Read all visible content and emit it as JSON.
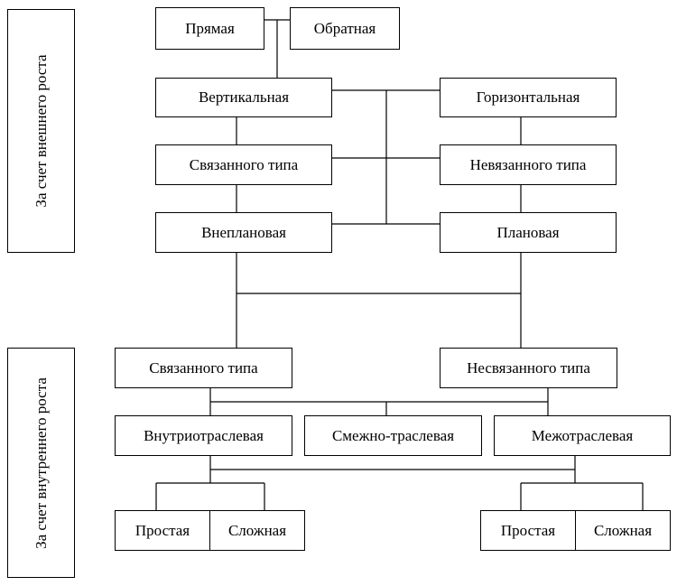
{
  "side_labels": {
    "external": "За счет внешнего роста",
    "internal": "За счет внутреннего роста"
  },
  "external_growth": {
    "direct": "Прямая",
    "reverse": "Обратная",
    "vertical": "Вертикальная",
    "horizontal": "Горизонтальная",
    "related": "Связанного типа",
    "unrelated": "Невязанного типа",
    "unplanned": "Внеплановая",
    "planned": "Плановая"
  },
  "internal_growth": {
    "related": "Связанного типа",
    "unrelated": "Несвязанного типа",
    "intra_industry": "Внутриотраслевая",
    "adjacent_industry": "Смежно-траслевая",
    "inter_industry": "Межотраслевая",
    "left_simple": "Простая",
    "left_complex": "Сложная",
    "right_simple": "Простая",
    "right_complex": "Сложная"
  }
}
